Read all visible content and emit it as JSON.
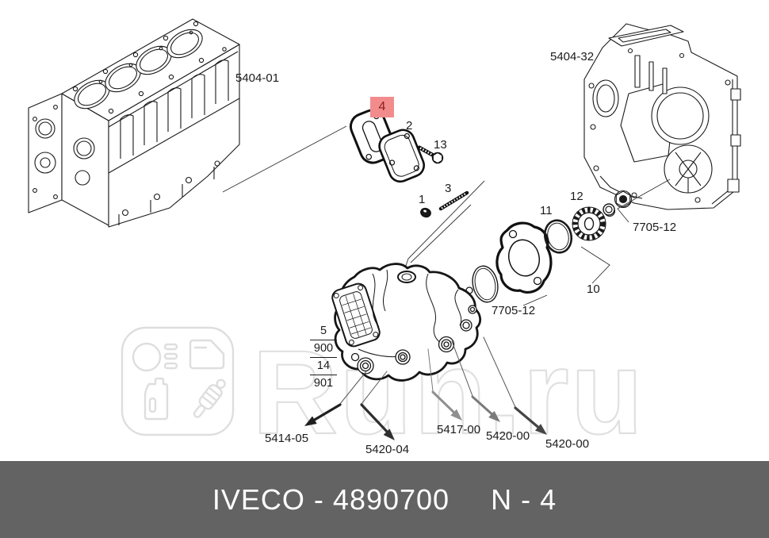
{
  "watermark": {
    "text": "Run.ru",
    "color": "#e0e0e0",
    "logo_icons": [
      "headlight-icon",
      "car-door-icon",
      "oil-canister-icon",
      "shock-absorber-icon"
    ]
  },
  "labels": {
    "engine_block": "5404-01",
    "timing_cover": "5404-32",
    "cover_seal": "7705-12",
    "flange_seal": "7705-12"
  },
  "callouts": {
    "selected": "4",
    "gasket_outer": "2",
    "bolt": "13",
    "stud": "3",
    "nut": "1",
    "oring": "11",
    "gear": "12",
    "flange_group": "10"
  },
  "pump_refs": [
    "5",
    "900",
    "14",
    "901"
  ],
  "outlets": [
    "5414-05",
    "5420-04",
    "5417-00",
    "5420-00",
    "5420-00"
  ],
  "footer": {
    "catalog": "IVECO - 4890700",
    "sheet": "N - 4"
  },
  "colors": {
    "highlight_bg": "#f28c8c",
    "highlight_text": "#8c1c1c",
    "footer_bg": "#636363"
  }
}
